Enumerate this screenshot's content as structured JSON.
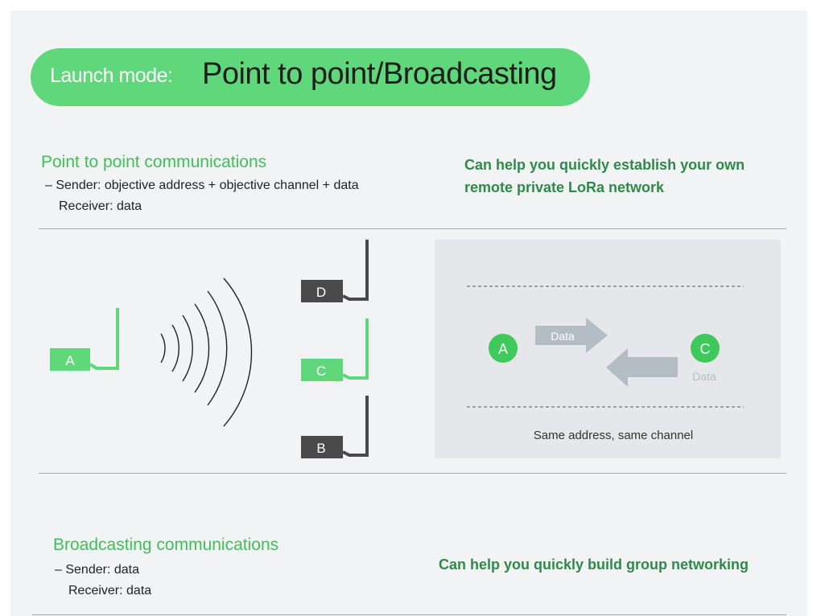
{
  "header": {
    "mode_label": "Launch mode:",
    "mode_value": "Point to point/Broadcasting"
  },
  "p2p": {
    "title": "Point to point communications",
    "sender_line": "– Sender: objective address + objective channel + data",
    "receiver_line": "Receiver: data",
    "tagline_1": "Can help you quickly establish your own",
    "tagline_2": "remote private LoRa network"
  },
  "diagram": {
    "transmitter": "A",
    "receivers": [
      "D",
      "C",
      "B"
    ],
    "inset": {
      "node_left": "A",
      "node_right": "C",
      "arrow_right_label": "Data",
      "arrow_left_label": "Data",
      "caption": "Same address, same channel"
    }
  },
  "broadcast": {
    "title": "Broadcasting communications",
    "sender_line": "– Sender: data",
    "receiver_line": "Receiver: data",
    "tagline": "Can help you quickly build group networking"
  },
  "colors": {
    "accent_green": "#5fd77a",
    "dark_grey": "#4a4a4a",
    "title_green": "#3fbf59",
    "tag_green": "#2f8a4a"
  }
}
